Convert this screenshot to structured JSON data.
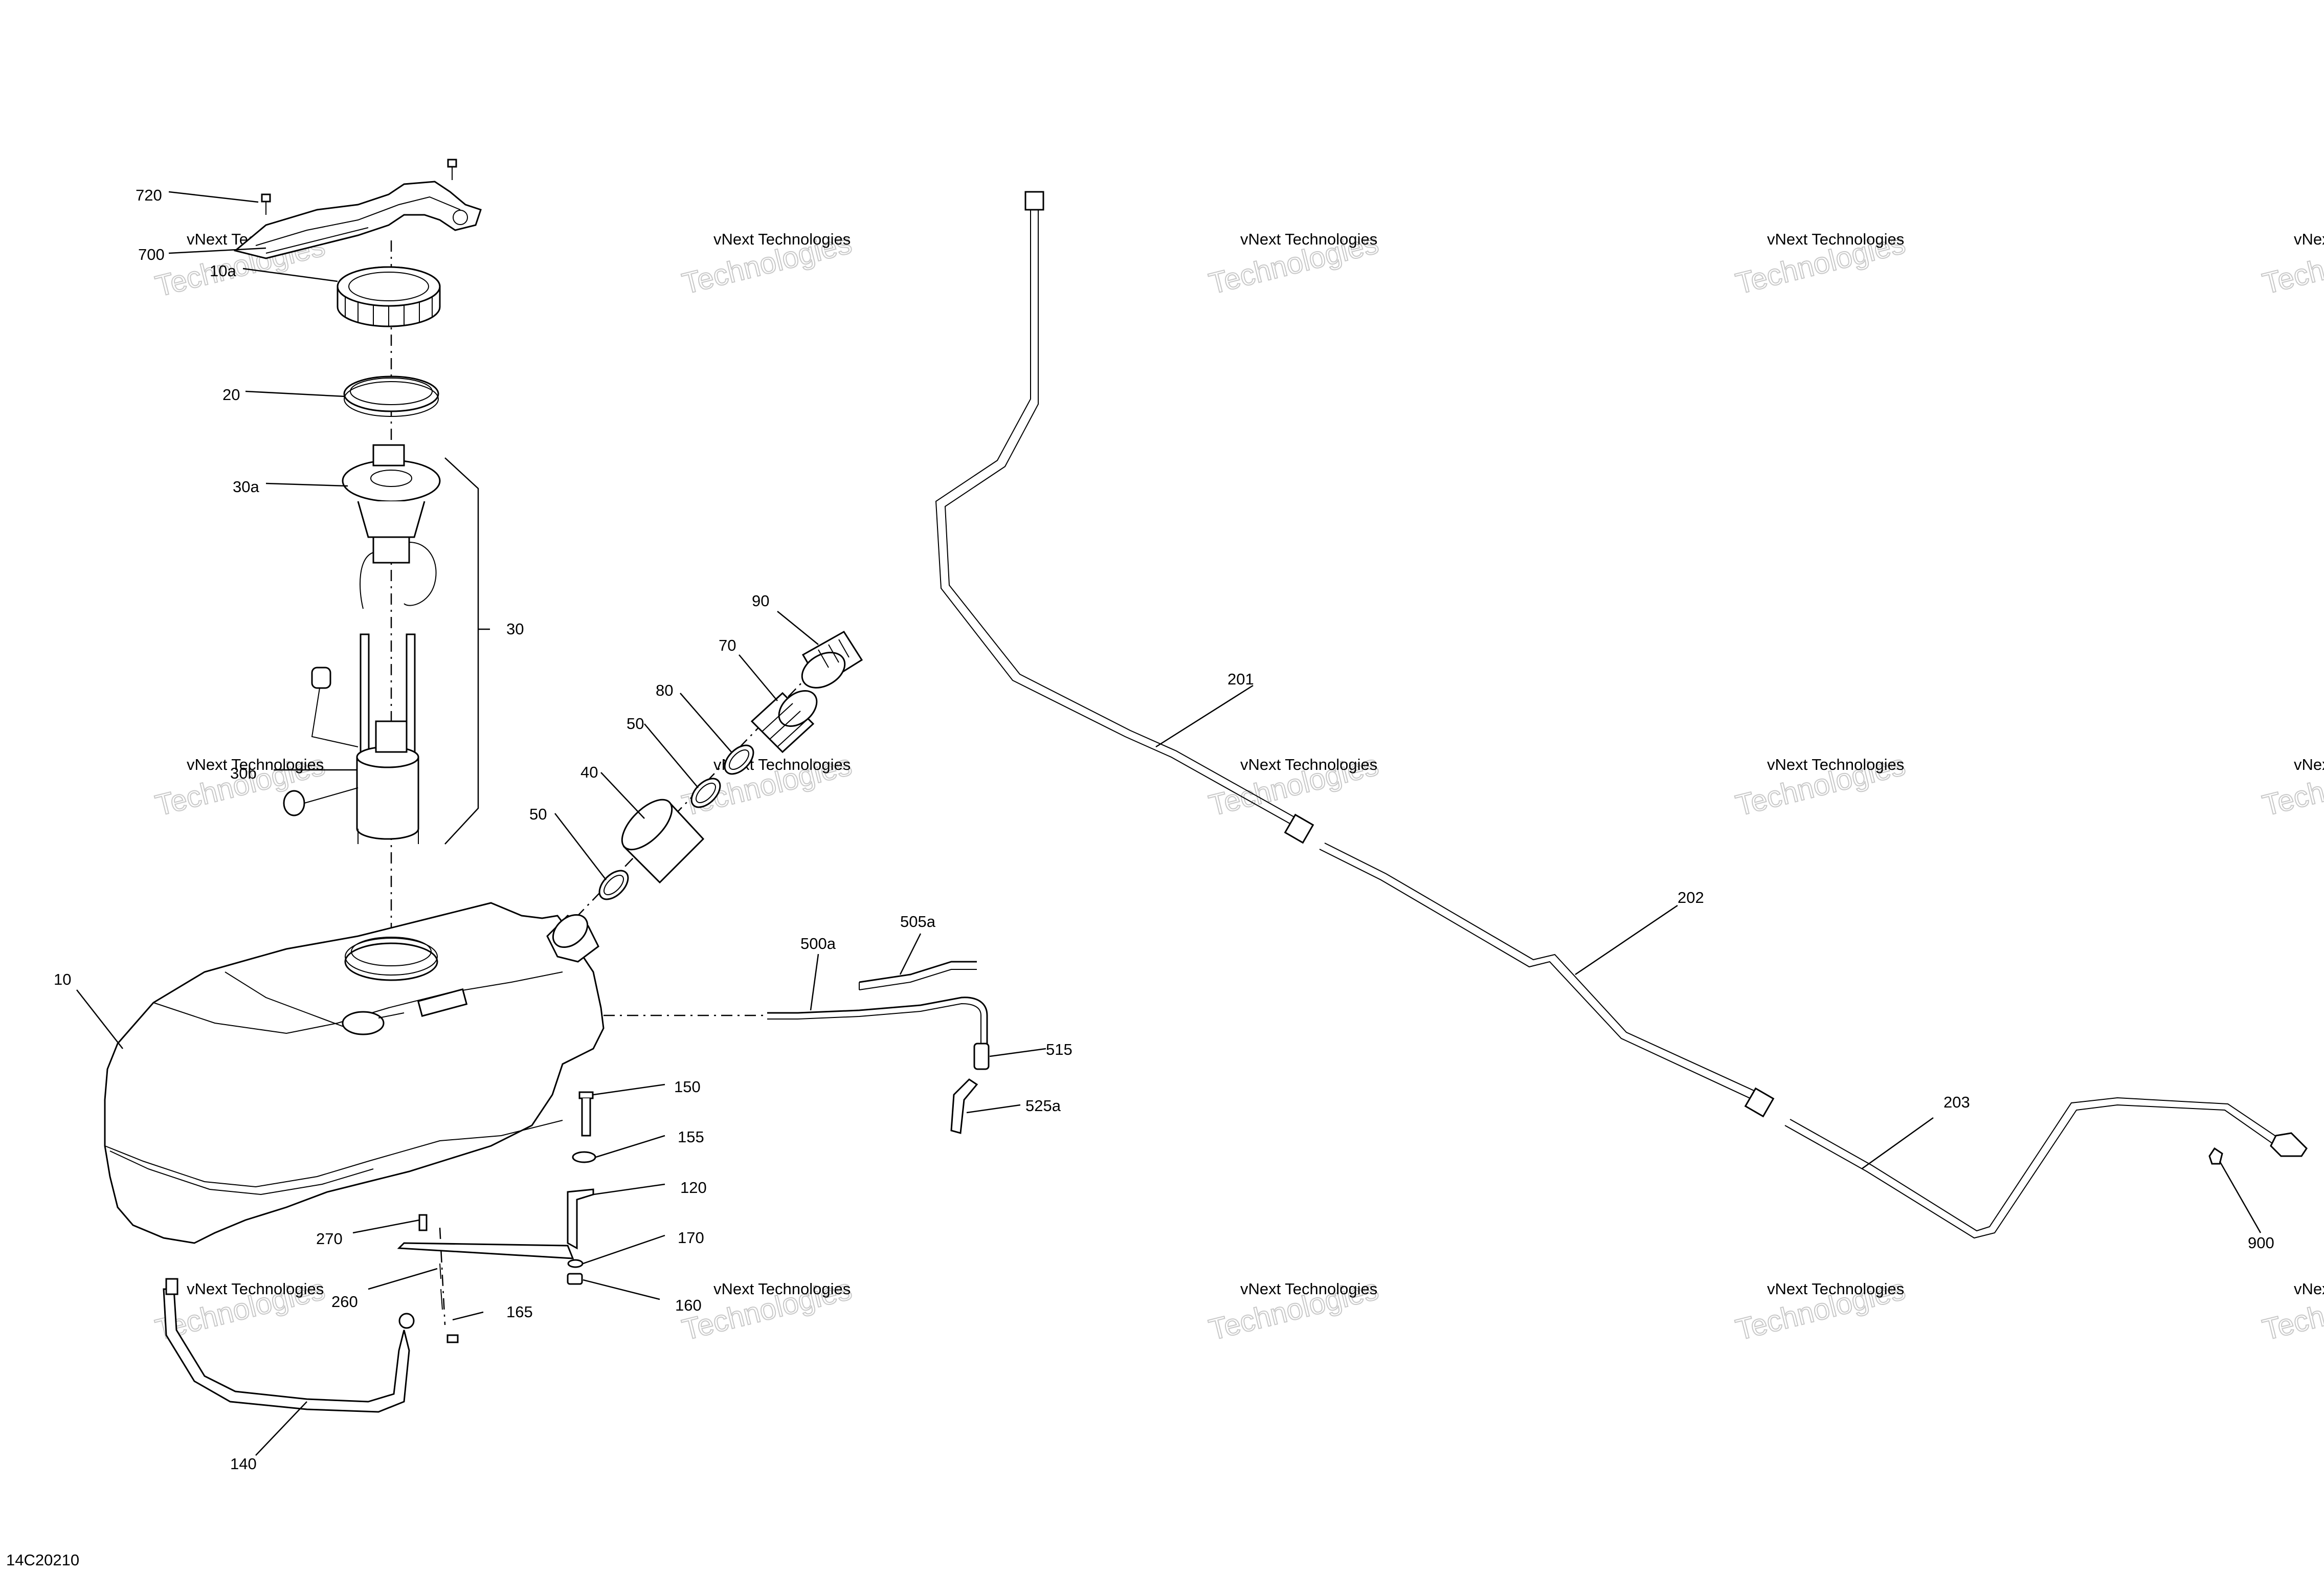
{
  "diagram_id": "14C20210",
  "watermark": {
    "line1": "vNext Technologies",
    "line2": "Technologies"
  },
  "callouts": {
    "c720": "720",
    "c700": "700",
    "c10a": "10a",
    "c20": "20",
    "c30a": "30a",
    "c30": "30",
    "c30b": "30b",
    "c90": "90",
    "c70": "70",
    "c80": "80",
    "c50a": "50",
    "c40": "40",
    "c50b": "50",
    "c10": "10",
    "c500a": "500a",
    "c505a": "505a",
    "c515": "515",
    "c525a": "525a",
    "c150": "150",
    "c155": "155",
    "c120": "120",
    "c170": "170",
    "c160": "160",
    "c270": "270",
    "c260": "260",
    "c165": "165",
    "c140": "140",
    "c201": "201",
    "c202": "202",
    "c203": "203",
    "c900": "900"
  }
}
